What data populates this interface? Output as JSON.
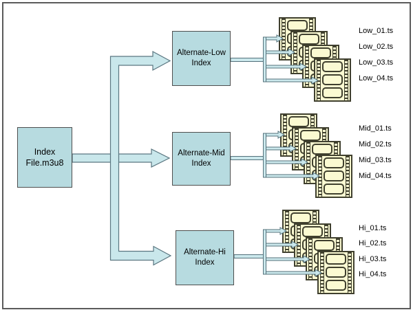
{
  "root_box": {
    "line1": "Index",
    "line2": "File.m3u8"
  },
  "groups": [
    {
      "id": "low",
      "box_line1": "Alternate-Low",
      "box_line2": "Index",
      "segments": [
        "Low_01.ts",
        "Low_02.ts",
        "Low_03.ts",
        "Low_04.ts"
      ]
    },
    {
      "id": "mid",
      "box_line1": "Alternate-Mid",
      "box_line2": "Index",
      "segments": [
        "Mid_01.ts",
        "Mid_02.ts",
        "Mid_03.ts",
        "Mid_04.ts"
      ]
    },
    {
      "id": "hi",
      "box_line1": "Alternate-Hi",
      "box_line2": "Index",
      "segments": [
        "Hi_01.ts",
        "Hi_02.ts",
        "Hi_03.ts",
        "Hi_04.ts"
      ]
    }
  ],
  "colors": {
    "box_fill": "#B7DBE0",
    "box_border": "#4D4D4D",
    "connector_fill": "#C9E7EB",
    "connector_stroke": "#5A7680",
    "film_fill": "#FBFAD2",
    "film_border": "#3F3F2E",
    "canvas_border": "#5A5A5A",
    "text": "#000000"
  }
}
